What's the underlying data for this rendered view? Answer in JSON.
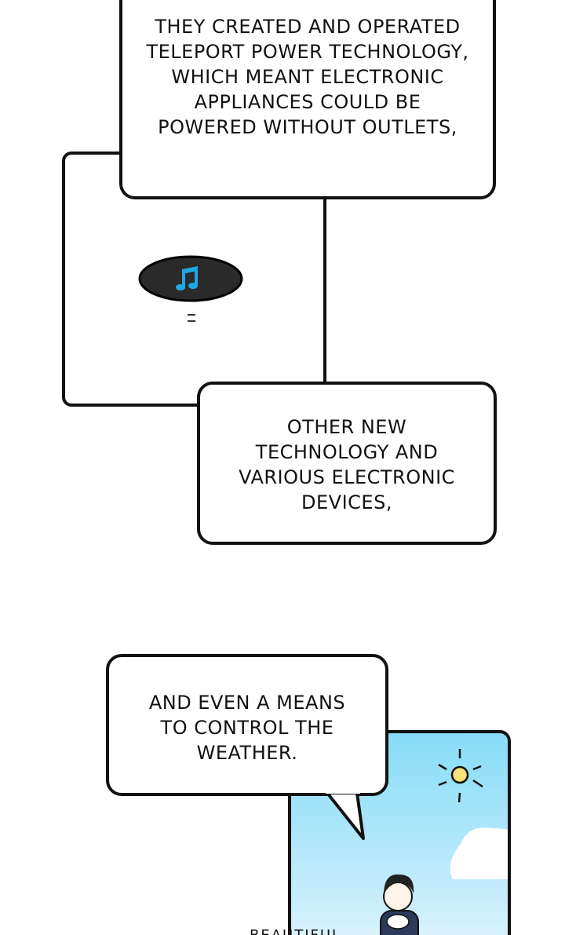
{
  "captions": {
    "caption_1": "THEY CREATED AND OPERATED TELEPORT POWER TECHNOLOGY, WHICH MEANT ELECTRONIC APPLIANCES COULD BE POWERED WITHOUT OUTLETS,",
    "caption_2": "OTHER NEW TECHNOLOGY AND VARIOUS ELECTRONIC DEVICES,",
    "speech_1": "AND EVEN A MEANS TO CONTROL THE WEATHER.",
    "sfx": "BEAUTIFUL"
  },
  "icons": {
    "speaker": "music-note-icon",
    "weather": "sun-icon"
  },
  "colors": {
    "sky": "#86dcf7",
    "note": "#1ea8e0",
    "sun": "#fbe27a"
  }
}
